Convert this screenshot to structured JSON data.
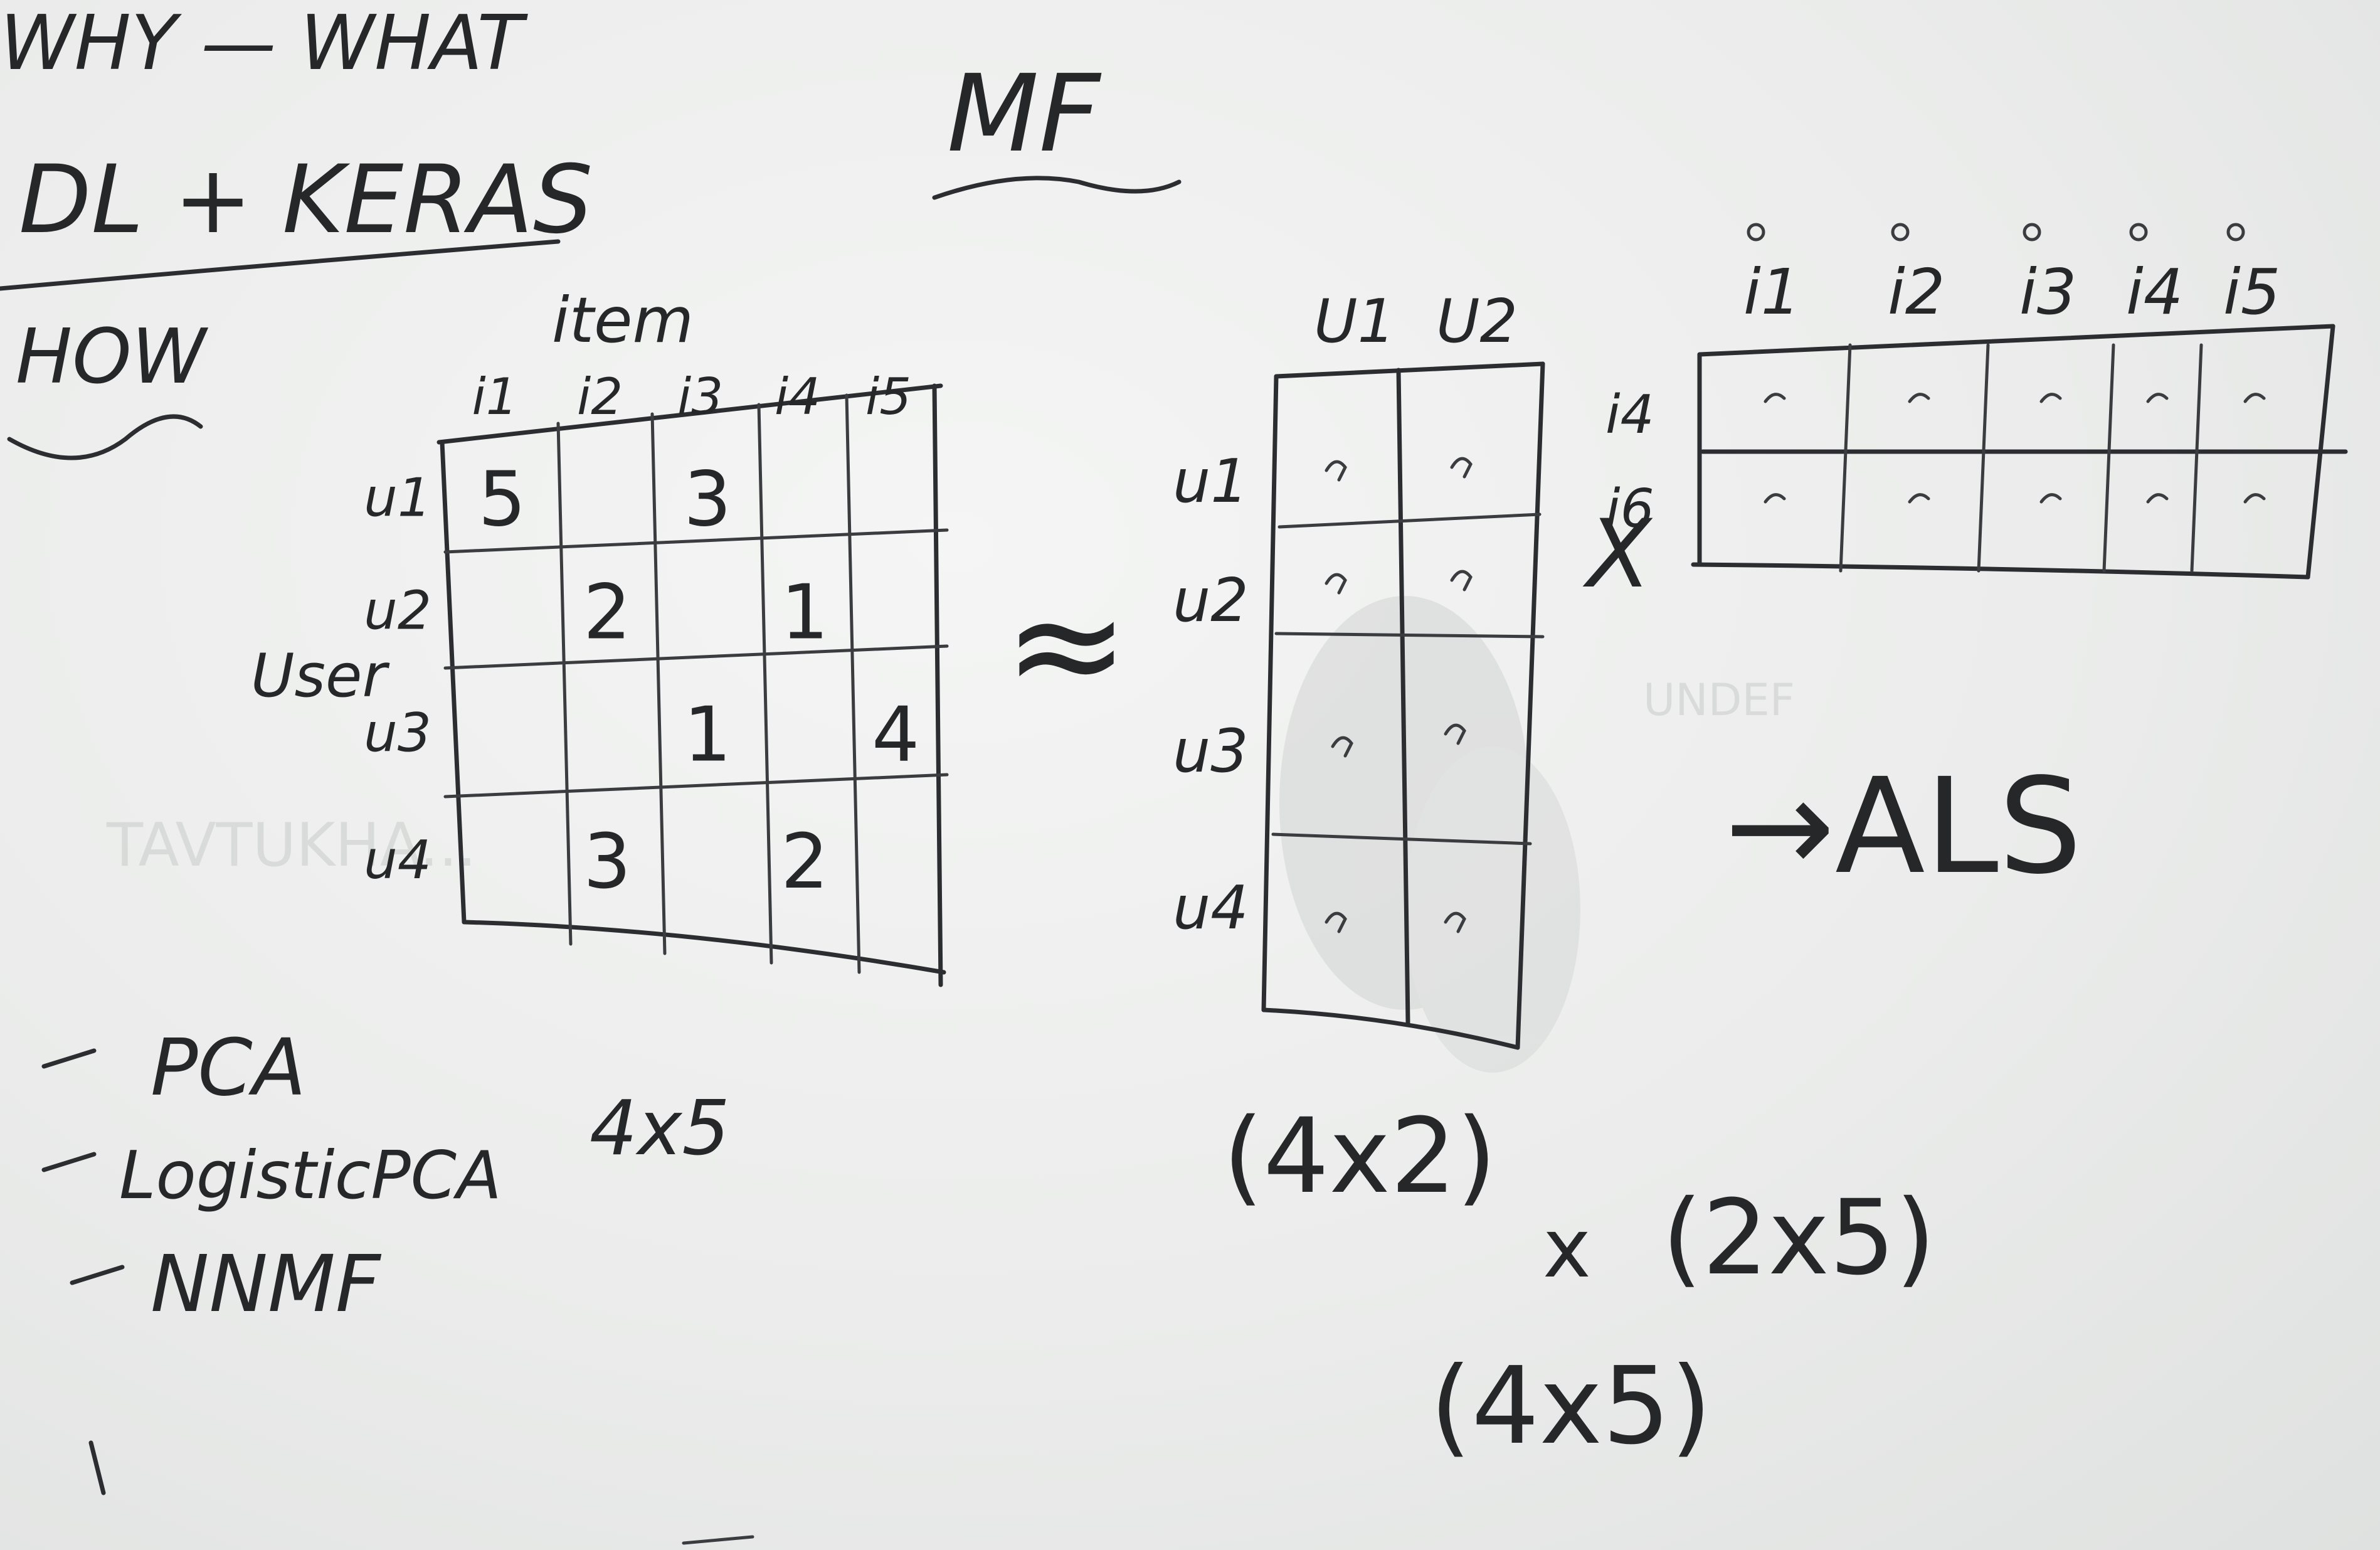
{
  "board": {
    "top_left": {
      "line1": "WHY — WHAT",
      "line2": "DL + KERAS",
      "line3": "HOW"
    },
    "header_center": "MF",
    "rating_matrix": {
      "title": "item",
      "row_group_label": "User",
      "columns": [
        "i1",
        "i2",
        "i3",
        "i4",
        "i5"
      ],
      "rows": [
        "u1",
        "u2",
        "u3",
        "u4"
      ],
      "cells": [
        [
          "5",
          "",
          "3",
          "",
          ""
        ],
        [
          "",
          "2",
          "",
          "1",
          ""
        ],
        [
          "",
          "",
          "1",
          "",
          "4"
        ],
        [
          "",
          "3",
          "",
          "2",
          ""
        ]
      ],
      "dims": "4x5"
    },
    "approx_symbol": "≈",
    "user_factors": {
      "columns": [
        "U1",
        "U2"
      ],
      "rows": [
        "u1",
        "u2",
        "u3",
        "u4"
      ]
    },
    "item_factors": {
      "columns": [
        "i1",
        "i2",
        "i3",
        "i4",
        "i5"
      ],
      "rows": [
        "i4",
        "i6"
      ]
    },
    "times_symbol": "X",
    "als_label": "→ALS",
    "methods": [
      "PCA",
      "LogisticPCA",
      "NNMF"
    ],
    "dims_user_factors": "(4x2)",
    "dims_item_factors": "(2x5)",
    "times_between": "x",
    "dims_result": "(4x5)"
  }
}
